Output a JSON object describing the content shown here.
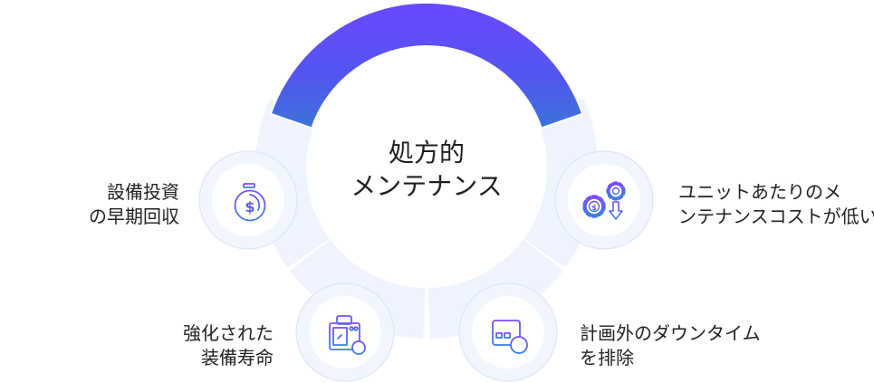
{
  "title": {
    "lines": [
      "処方的",
      "メンテナンス"
    ]
  },
  "items": [
    {
      "position": "top-left",
      "icon": "stopwatch-dollar-icon",
      "icon_glyph": "$",
      "lines": [
        "設備投資",
        "の早期回収"
      ]
    },
    {
      "position": "top-right",
      "icon": "gears-cost-down-icon",
      "icon_glyph": "$",
      "lines": [
        "ユニットあたりのメ",
        "ンテナンスコストが低い"
      ]
    },
    {
      "position": "bottom-left",
      "icon": "toolbox-clock-icon",
      "lines": [
        "強化された",
        "装備寿命"
      ]
    },
    {
      "position": "bottom-right",
      "icon": "calendar-minus-icon",
      "lines": [
        "計画外のダウンタイム",
        "を排除"
      ]
    }
  ],
  "colors": {
    "arc_top": "#6A48FE",
    "arc_bottom": "#3B74DA",
    "ring_segment": "#EEF3FD",
    "icon_ring": "#F1F5FE",
    "icon_ring_border": "#DCE4FB",
    "icon_stroke_top": "#7A4CFF",
    "icon_stroke_bottom": "#3C7FE0",
    "text": "#222222"
  }
}
